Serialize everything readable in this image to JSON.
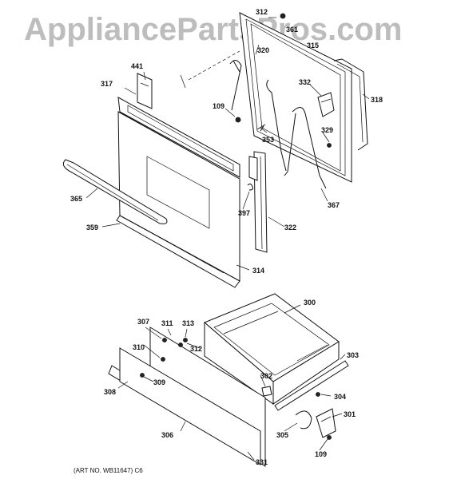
{
  "watermark": "AppliancePartsPros.com",
  "art_number": "(ART NO. WB11647) C6",
  "callouts": {
    "c312a": "312",
    "c361": "361",
    "c320": "320",
    "c315": "315",
    "c441": "441",
    "c317": "317",
    "c332": "332",
    "c318": "318",
    "c109a": "109",
    "c329": "329",
    "c353": "353",
    "c365": "365",
    "c397": "397",
    "c367": "367",
    "c359": "359",
    "c322": "322",
    "c314": "314",
    "c300": "300",
    "c307": "307",
    "c311": "311",
    "c313": "313",
    "c312b": "312",
    "c310": "310",
    "c303": "303",
    "c302": "302",
    "c308": "308",
    "c309": "309",
    "c304": "304",
    "c301": "301",
    "c305": "305",
    "c306": "306",
    "c331": "331",
    "c109b": "109"
  }
}
